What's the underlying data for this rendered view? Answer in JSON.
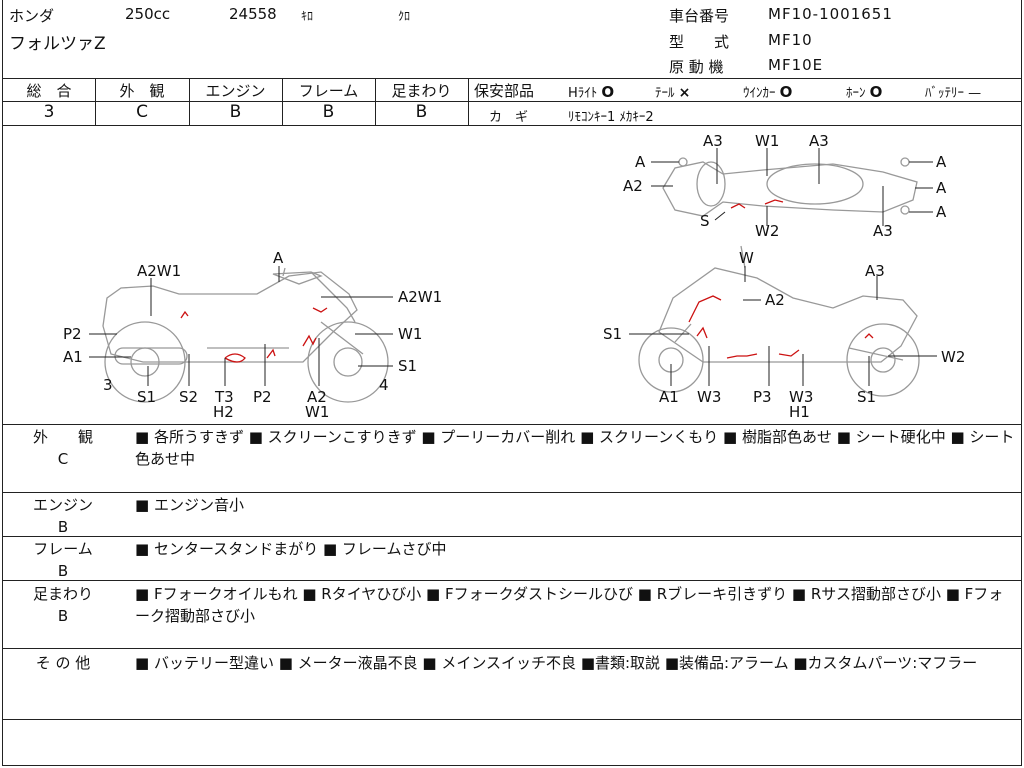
{
  "header": {
    "maker": "ホンダ",
    "displacement": "250cc",
    "mileage": "24558",
    "mileage_unit": "ｷﾛ",
    "color": "ｸﾛ",
    "model_name": "フォルツァZ",
    "frame_number_label": "車台番号",
    "frame_number": "MF10-1001651",
    "model_label": "型　　式",
    "model_code": "MF10",
    "engine_label": "原 動 機",
    "engine_code": "MF10E"
  },
  "grades": {
    "headers": [
      "総　合",
      "外　観",
      "エンジン",
      "フレーム",
      "足まわり"
    ],
    "values": [
      "3",
      "C",
      "B",
      "B",
      "B"
    ]
  },
  "safety": {
    "title": "保安部品",
    "items": [
      {
        "label": "Hﾗｲﾄ",
        "mark": "O"
      },
      {
        "label": "ﾃｰﾙ",
        "mark": "×"
      },
      {
        "label": "ｳｲﾝｶｰ",
        "mark": "O"
      },
      {
        "label": "ﾎｰﾝ",
        "mark": "O"
      },
      {
        "label": "ﾊﾞｯﾃﾘｰ",
        "mark": "—"
      }
    ],
    "key_label": "カ　ギ",
    "key_value": "ﾘﾓｺﾝｷｰ1 ﾒｶｷｰ2"
  },
  "diagram": {
    "left_bike": {
      "labels": [
        "A",
        "A2W1",
        "A2W1",
        "P2",
        "W1",
        "A1",
        "S1",
        "3",
        "4",
        "S1",
        "S2",
        "T3",
        "H2",
        "P2",
        "A2",
        "W1"
      ]
    },
    "right_bike": {
      "labels": [
        "W",
        "A3",
        "A2",
        "S1",
        "W2",
        "A1",
        "W3",
        "P3",
        "W3",
        "H1",
        "S1"
      ]
    },
    "top_view": {
      "labels": [
        "A3",
        "W1",
        "A3",
        "A",
        "A",
        "A2",
        "A",
        "A",
        "S",
        "W2",
        "A3"
      ]
    }
  },
  "conditions": [
    {
      "label": "外　　観",
      "grade": "C",
      "text": "■ 各所うすきず ■ スクリーンこすりきず ■ プーリーカバー削れ ■ スクリーンくもり ■ 樹脂部色あせ ■ シート硬化中 ■ シート色あせ中"
    },
    {
      "label": "エンジン",
      "grade": "B",
      "text": "■ エンジン音小"
    },
    {
      "label": "フレーム",
      "grade": "B",
      "text": "■ センタースタンドまがり ■ フレームさび中"
    },
    {
      "label": "足まわり",
      "grade": "B",
      "text": "■ Fフォークオイルもれ ■ Rタイヤひび小 ■ Fフォークダストシールひび ■ Rブレーキ引きずり ■ Rサス摺動部さび小 ■ Fフォーク摺動部さび小"
    },
    {
      "label": "そ の 他",
      "grade": "",
      "text": "■ バッテリー型違い ■ メーター液晶不良 ■ メインスイッチ不良 ■書類:取説 ■装備品:アラーム ■カスタムパーツ:マフラー"
    }
  ],
  "colors": {
    "line": "#222222",
    "damage": "#cc1111",
    "bike": "#999999"
  }
}
